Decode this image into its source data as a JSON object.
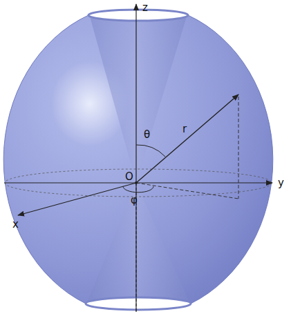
{
  "diagram": {
    "labels": [
      "z",
      "y",
      "x",
      "O",
      "r",
      "θ",
      "φ"
    ]
  }
}
